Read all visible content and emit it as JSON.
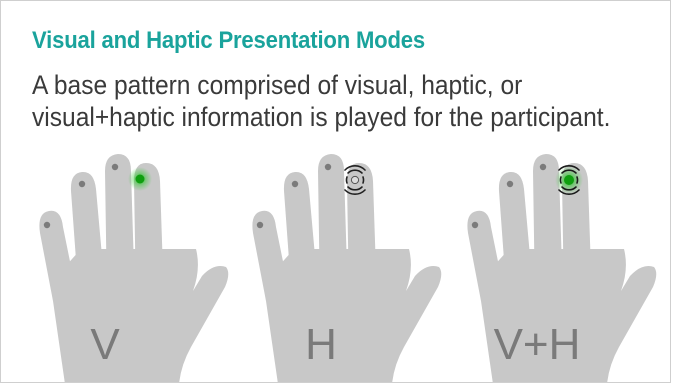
{
  "title": "Visual and Haptic Presentation Modes",
  "subtitle_lines": [
    "A base pattern comprised of visual, haptic, or",
    "visual+haptic information is played for the participant."
  ],
  "hands": [
    {
      "label": "V",
      "cue": "visual"
    },
    {
      "label": "H",
      "cue": "haptic"
    },
    {
      "label": "V+H",
      "cue": "visual+haptic"
    }
  ],
  "colors": {
    "title": "#1aa39c",
    "text": "#3a3a3a",
    "hand": "#c8c8c8",
    "dot": "#7b7b7b",
    "visual_cue": "#14b814",
    "haptic_cue": "#222222"
  },
  "icons": [
    "finger-dot-icon",
    "visual-cue-icon",
    "haptic-cue-icon"
  ]
}
